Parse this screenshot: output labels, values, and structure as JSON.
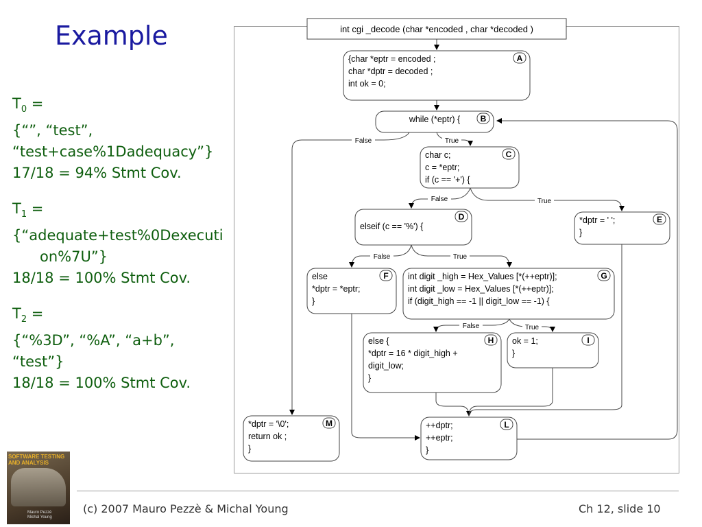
{
  "slide": {
    "title": "Example",
    "footer_left": "(c) 2007 Mauro Pezzè & Michal Young",
    "footer_right": "Ch 12, slide 10"
  },
  "tests": [
    {
      "label": "T",
      "sub": "0",
      "eq": " =",
      "lines": [
        "{“”, “test”,",
        "“test+case%1Dadequacy”}",
        "17/18 = 94% Stmt Cov."
      ],
      "indent": [
        false,
        false,
        false
      ]
    },
    {
      "label": "T",
      "sub": "1",
      "eq": " =",
      "lines": [
        "{“adequate+test%0Dexecuti",
        "on%7U”}",
        "18/18 = 100% Stmt Cov."
      ],
      "indent": [
        false,
        true,
        false
      ]
    },
    {
      "label": "T",
      "sub": "2",
      "eq": " =",
      "lines": [
        "{“%3D”, “%A”, “a+b”,",
        "“test”}",
        "18/18 = 100% Stmt Cov."
      ],
      "indent": [
        false,
        false,
        false
      ]
    }
  ],
  "book": {
    "title_lines": [
      "SOFTWARE TESTING",
      "AND ANALYSIS"
    ],
    "authors": [
      "Mauro Pezzè",
      "Michal Young"
    ]
  },
  "diagram": {
    "header": "int cgi _decode (char *encoded , char *decoded )",
    "nodes": [
      {
        "id": "A",
        "lines": [
          "{char *eptr = encoded ;",
          " char *dptr = decoded ;",
          " int ok = 0;"
        ]
      },
      {
        "id": "B",
        "lines": [
          "while (*eptr) {"
        ]
      },
      {
        "id": "C",
        "lines": [
          "char c;",
          "c = *eptr;",
          "if (c == '+') {"
        ]
      },
      {
        "id": "D",
        "lines": [
          "elseif (c == '%') {"
        ]
      },
      {
        "id": "E",
        "lines": [
          "*dptr = ' ';",
          "}"
        ]
      },
      {
        "id": "F",
        "lines": [
          "else",
          "*dptr = *eptr;",
          "}"
        ]
      },
      {
        "id": "G",
        "lines": [
          "int digit _high = Hex_Values [*(++eptr)];",
          "int digit _low = Hex_Values [*(++eptr)];",
          "if (digit_high == -1 || digit_low == -1) {"
        ]
      },
      {
        "id": "H",
        "lines": [
          "else {",
          "*dptr = 16 * digit_high +",
          "digit_low;",
          "}"
        ]
      },
      {
        "id": "I",
        "lines": [
          "ok = 1;",
          "}"
        ]
      },
      {
        "id": "L",
        "lines": [
          "++dptr;",
          "++eptr;",
          "}"
        ]
      },
      {
        "id": "M",
        "lines": [
          "*dptr = '\\0';",
          "return ok ;",
          "}"
        ]
      }
    ],
    "edge_labels": {
      "b_false": "False",
      "b_true": "True",
      "c_false": "False",
      "c_true": "True",
      "d_false": "False",
      "d_true": "True",
      "g_false": "False",
      "g_true": "True"
    }
  }
}
